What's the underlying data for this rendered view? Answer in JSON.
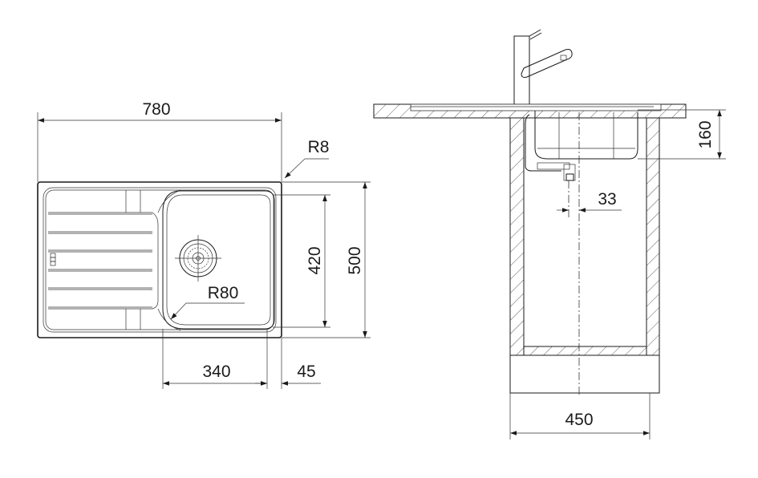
{
  "plan_view": {
    "width_label": "780",
    "corner_radius_label": "R8",
    "bowl_radius_label": "R80",
    "bowl_depth_label": "420",
    "depth_label": "500",
    "bowl_width_label": "340",
    "rim_label": "45"
  },
  "side_view": {
    "bowl_height_label": "160",
    "drain_offset_label": "33",
    "cabinet_width_label": "450"
  }
}
